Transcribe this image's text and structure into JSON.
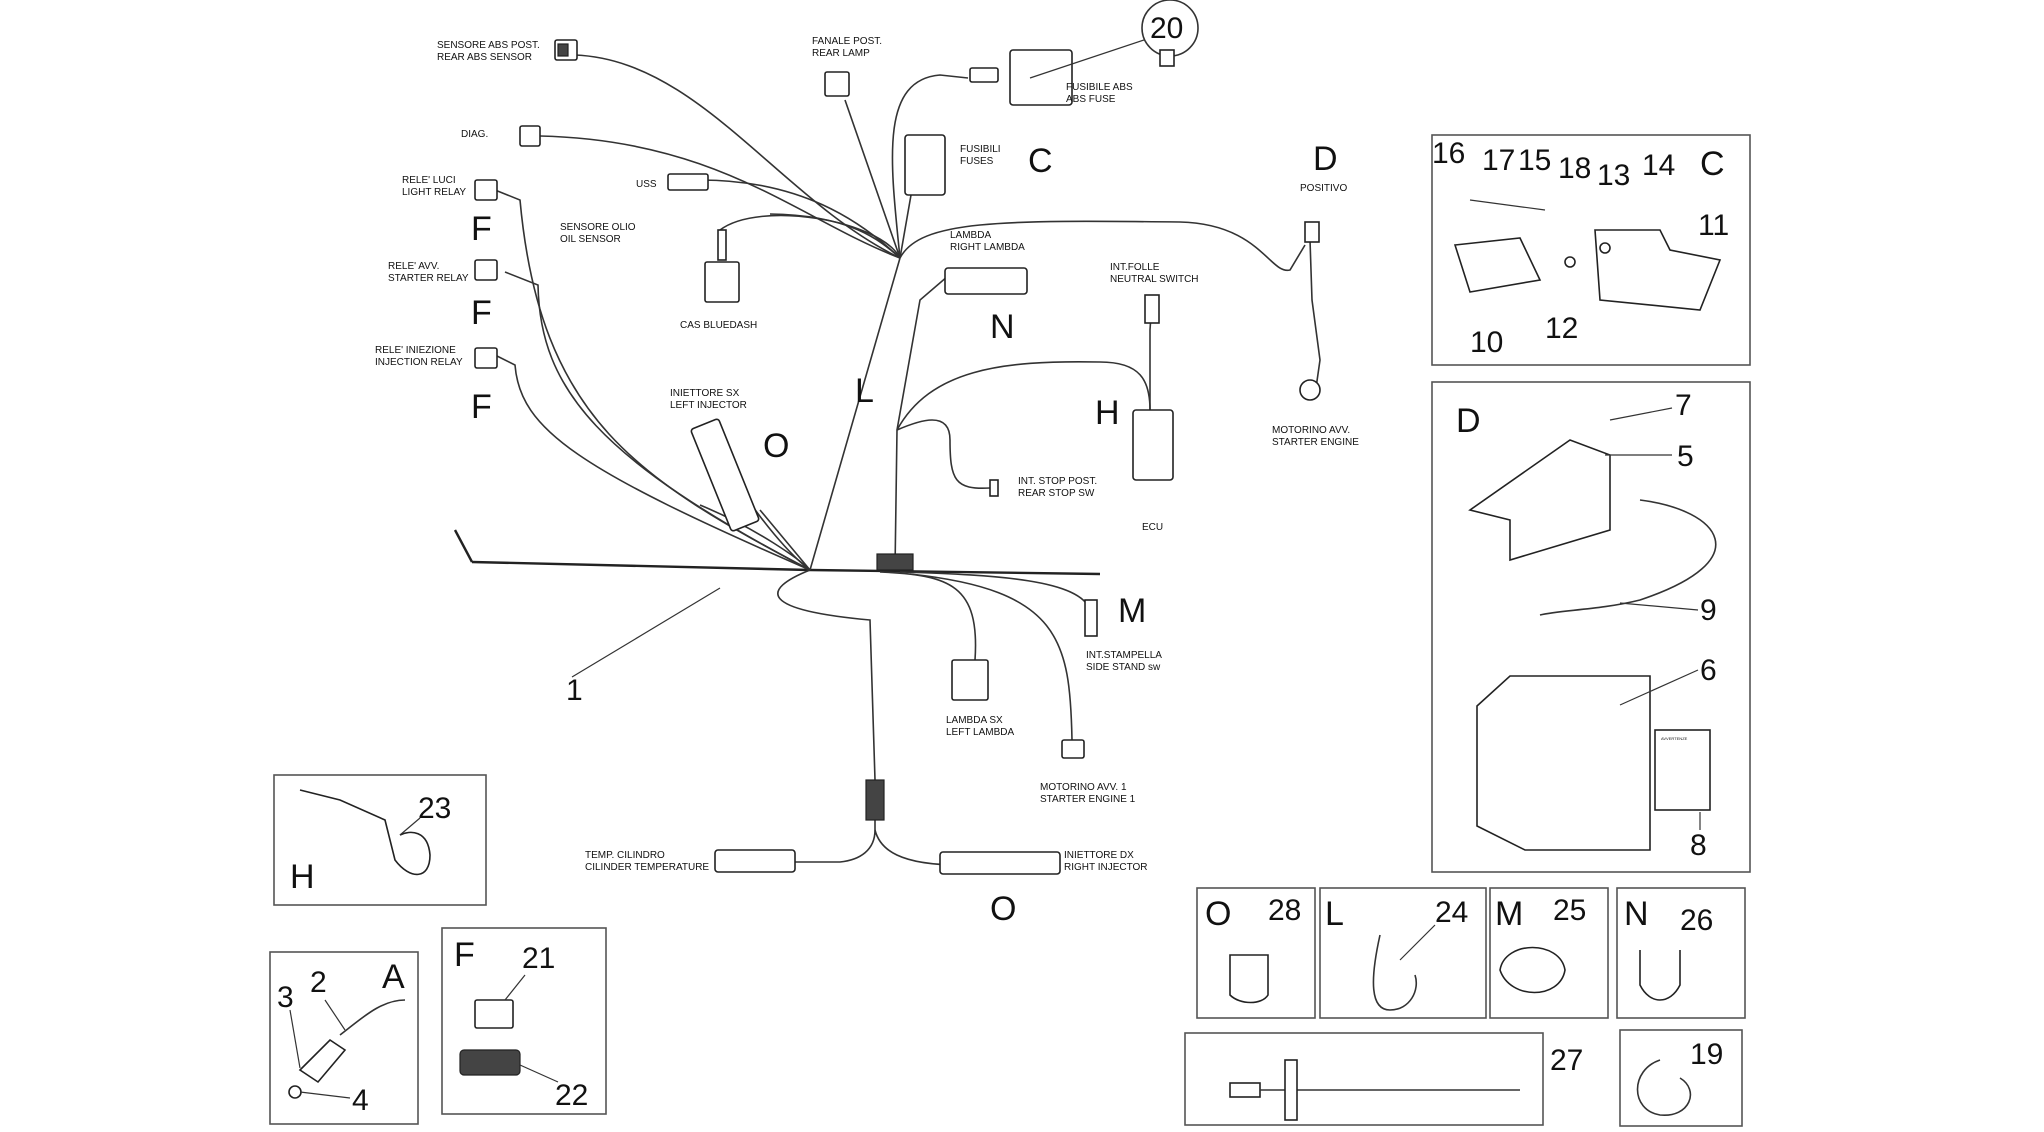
{
  "callouts": {
    "sensore_abs": [
      "SENSORE ABS POST.",
      "REAR ABS SENSOR"
    ],
    "fanale": [
      "FANALE POST.",
      "REAR LAMP"
    ],
    "diag": [
      "DIAG."
    ],
    "rele_luci": [
      "RELE' LUCI",
      "LIGHT RELAY"
    ],
    "uss": [
      "USS"
    ],
    "fusibili": [
      "FUSIBILI",
      "FUSES"
    ],
    "fusibile_abs": [
      "FUSIBILE ABS",
      "ABS FUSE"
    ],
    "positivo": [
      "POSITIVO"
    ],
    "sensore_olio": [
      "SENSORE OLIO",
      "OIL SENSOR"
    ],
    "rele_avv": [
      "RELE' AVV.",
      "STARTER RELAY"
    ],
    "cas": [
      "CAS BLUEDASH"
    ],
    "lambda_dx": [
      "LAMBDA",
      "RIGHT LAMBDA"
    ],
    "int_folle": [
      "INT.FOLLE",
      "NEUTRAL SWITCH"
    ],
    "rele_iniezione": [
      "RELE' INIEZIONE",
      "INJECTION RELAY"
    ],
    "iniettore_sx": [
      "INIETTORE SX",
      "LEFT INJECTOR"
    ],
    "stop": [
      "INT. STOP POST.",
      "REAR STOP SW"
    ],
    "ecu": [
      "ECU"
    ],
    "motorino_avv": [
      "MOTORINO AVV.",
      "STARTER ENGINE"
    ],
    "stampella": [
      "INT.STAMPELLA",
      "SIDE STAND sw"
    ],
    "lambda_sx": [
      "LAMBDA SX",
      "LEFT LAMBDA"
    ],
    "motorino_avv1": [
      "MOTORINO AVV. 1",
      "STARTER ENGINE 1"
    ],
    "temp": [
      "TEMP. CILINDRO",
      "CILINDER TEMPERATURE"
    ],
    "iniettore_dx": [
      "INIETTORE DX",
      "RIGHT INJECTOR"
    ],
    "battery_label": [
      "AVVERTENZE"
    ]
  },
  "letters": {
    "C_main": "C",
    "D_main": "D",
    "F1": "F",
    "F2": "F",
    "F3": "F",
    "N_main": "N",
    "L_main": "L",
    "H_main": "H",
    "O_main": "O",
    "M_main": "M",
    "O_bottom": "O",
    "C_inset": "C",
    "D_inset": "D",
    "H_inset": "H",
    "A_inset": "A",
    "F_inset": "F",
    "O_inset": "O",
    "L_inset": "L",
    "M_inset": "M",
    "N_inset": "N"
  },
  "numbers": {
    "n1": "1",
    "n2": "2",
    "n3": "3",
    "n4": "4",
    "n5": "5",
    "n6": "6",
    "n7": "7",
    "n8": "8",
    "n9": "9",
    "n10": "10",
    "n11": "11",
    "n12": "12",
    "n13": "13",
    "n14": "14",
    "n15": "15",
    "n16": "16",
    "n17": "17",
    "n18": "18",
    "n19": "19",
    "n20": "20",
    "n21": "21",
    "n22": "22",
    "n23": "23",
    "n24": "24",
    "n25": "25",
    "n26": "26",
    "n27": "27",
    "n28": "28"
  }
}
